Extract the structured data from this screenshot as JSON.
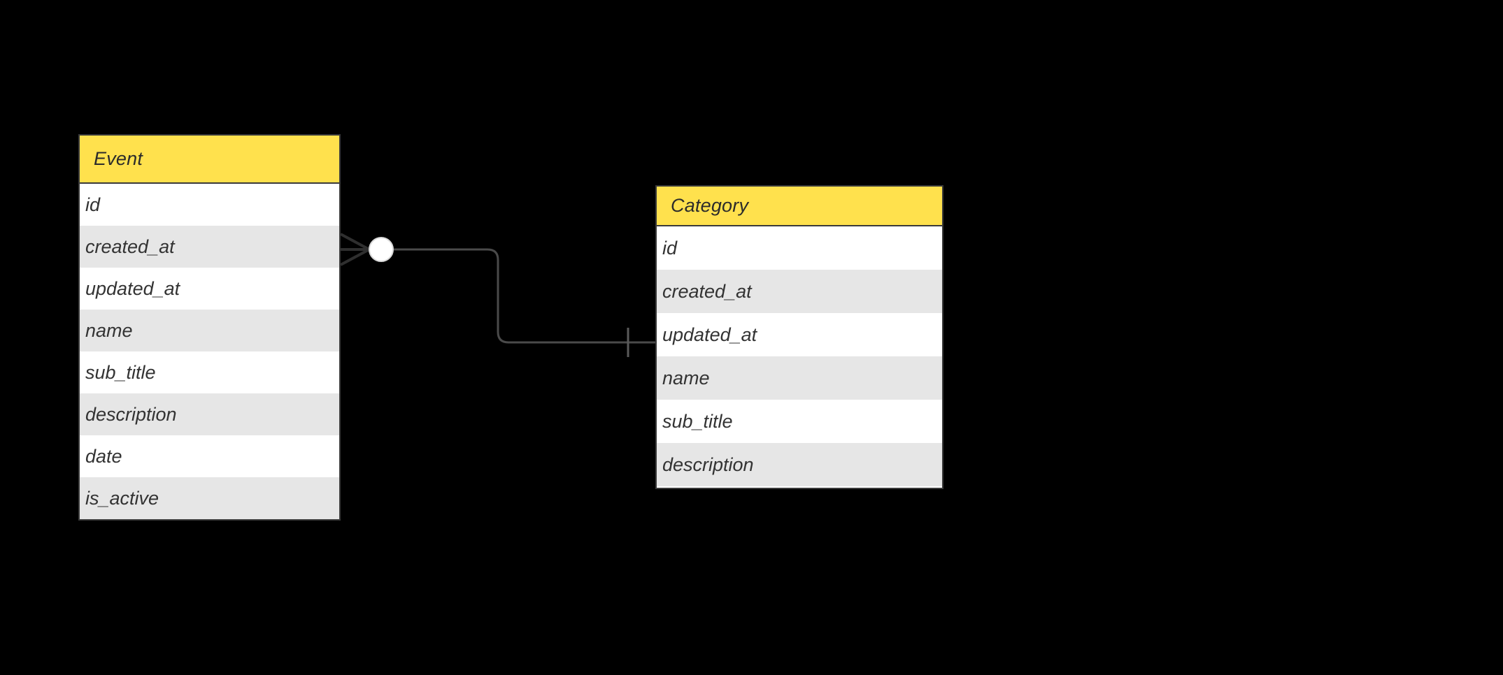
{
  "diagram": {
    "type": "entity-relationship-diagram",
    "notation": "crows-foot",
    "background_color": "#000000",
    "header_color": "#ffe14d",
    "row_color": "#ffffff",
    "row_alt_color": "#e6e6e6",
    "border_color": "#3a3a3a",
    "text_color": "#333333",
    "line_color": "#4a4a4a"
  },
  "entities": [
    {
      "name": "Event",
      "fields": [
        {
          "label": "id"
        },
        {
          "label": "created_at"
        },
        {
          "label": "updated_at"
        },
        {
          "label": "name"
        },
        {
          "label": "sub_title"
        },
        {
          "label": "description"
        },
        {
          "label": "date"
        },
        {
          "label": "is_active"
        }
      ]
    },
    {
      "name": "Category",
      "fields": [
        {
          "label": "id"
        },
        {
          "label": "created_at"
        },
        {
          "label": "updated_at"
        },
        {
          "label": "name"
        },
        {
          "label": "sub_title"
        },
        {
          "label": "description"
        }
      ]
    }
  ],
  "relationships": [
    {
      "from_entity": "Event",
      "to_entity": "Category",
      "from_cardinality": "zero-or-many",
      "to_cardinality": "one",
      "from_marker": "crows-foot-circle",
      "to_marker": "single-tick"
    }
  ]
}
